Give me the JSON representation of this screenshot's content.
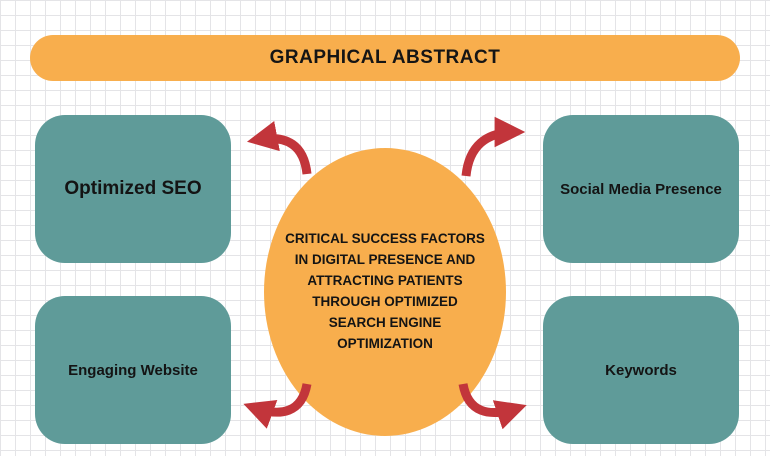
{
  "banner": {
    "title": "GRAPHICAL ABSTRACT"
  },
  "center": {
    "text": "CRITICAL SUCCESS FACTORS IN DIGITAL PRESENCE AND ATTRACTING PATIENTS THROUGH OPTIMIZED SEARCH ENGINE OPTIMIZATION"
  },
  "boxes": [
    {
      "id": "top-left",
      "label": "Optimized SEO"
    },
    {
      "id": "top-right",
      "label": "Social Media Presence"
    },
    {
      "id": "bottom-left",
      "label": "Engaging Website"
    },
    {
      "id": "bottom-right",
      "label": "Keywords"
    }
  ],
  "icons": [
    {
      "name": "curved-arrow-to-optimized-seo"
    },
    {
      "name": "curved-arrow-to-social-media-presence"
    },
    {
      "name": "curved-arrow-to-engaging-website"
    },
    {
      "name": "curved-arrow-to-keywords"
    }
  ],
  "colors": {
    "banner_fill": "#F8AE4D",
    "ellipse_fill": "#F8AE4D",
    "box_fill": "#5F9B99",
    "arrow": "#C2353B",
    "text": "#141414",
    "background": "#FFFFFF",
    "gridline": "#E4E4E7"
  }
}
